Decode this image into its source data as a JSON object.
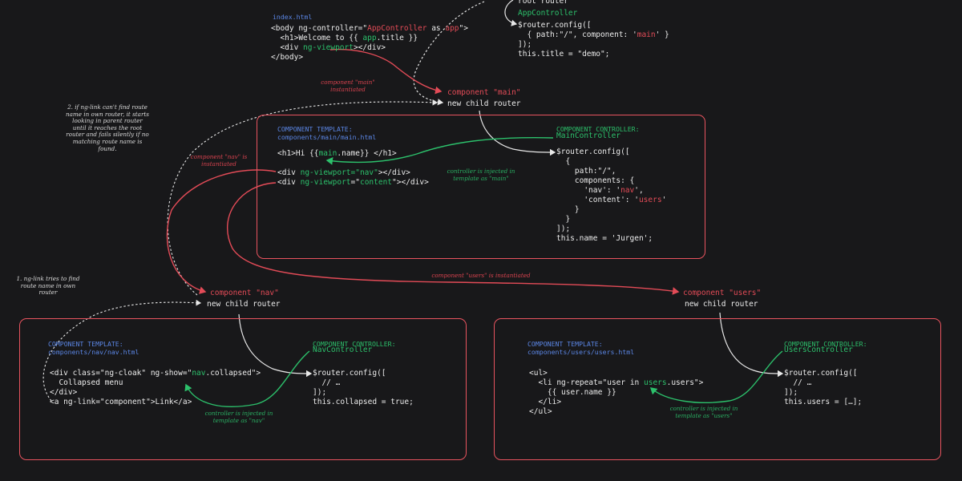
{
  "colors": {
    "background": "#18181a",
    "code_text": "#ececec",
    "filename_blue": "#5b86e5",
    "controller_green": "#2cc06b",
    "component_red": "#e34b57",
    "box_border": "#e9545f"
  },
  "root": {
    "filename": "index.html",
    "template_lines": [
      [
        {
          "t": "<body ng-controller=\""
        },
        {
          "t": "AppController",
          "c": "red"
        },
        {
          "t": " as "
        },
        {
          "t": "app",
          "c": "red"
        },
        {
          "t": "\">"
        }
      ],
      [
        {
          "t": "  <h1>Welcome to {{ "
        },
        {
          "t": "app",
          "c": "green"
        },
        {
          "t": ".title }}"
        }
      ],
      [
        {
          "t": "  <div "
        },
        {
          "t": "ng-viewport",
          "c": "green"
        },
        {
          "t": "></div>"
        }
      ],
      [
        {
          "t": "</body>"
        }
      ]
    ],
    "router_label": "root router",
    "controller_name": "AppController",
    "config_lines": [
      [
        {
          "t": "$router.config(["
        }
      ],
      [
        {
          "t": "  { path:\"/\", component: '"
        },
        {
          "t": "main",
          "c": "red"
        },
        {
          "t": "' }"
        }
      ],
      [
        {
          "t": "]);"
        }
      ],
      [
        {
          "t": "this.title = \"demo\";"
        }
      ]
    ],
    "note_instantiated": "component \"main\" instantiated"
  },
  "main": {
    "component_label": "component \"main\"",
    "child_router": "new child router",
    "template_heading": "COMPONENT TEMPLATE:",
    "template_path": "components/main/main.html",
    "template_lines": [
      [
        {
          "t": "<h1>Hi {{"
        },
        {
          "t": "main",
          "c": "green"
        },
        {
          "t": ".name}} </h1>"
        }
      ],
      [
        {
          "t": ""
        }
      ],
      [
        {
          "t": "<div "
        },
        {
          "t": "ng-viewport=\"nav\"",
          "c": "green"
        },
        {
          "t": "></div>"
        }
      ],
      [
        {
          "t": "<div "
        },
        {
          "t": "ng-viewport",
          "c": "green"
        },
        {
          "t": "=\""
        },
        {
          "t": "content",
          "c": "green"
        },
        {
          "t": "\"></div>"
        }
      ]
    ],
    "controller_heading": "COMPONENT CONTROLLER:",
    "controller_name": "MainController",
    "config_lines": [
      [
        {
          "t": "$router.config(["
        }
      ],
      [
        {
          "t": "  {"
        }
      ],
      [
        {
          "t": "    path:\"/\","
        }
      ],
      [
        {
          "t": "    components: {"
        }
      ],
      [
        {
          "t": "      'nav': '"
        },
        {
          "t": "nav",
          "c": "red"
        },
        {
          "t": "',"
        }
      ],
      [
        {
          "t": "      'content': '"
        },
        {
          "t": "users",
          "c": "red"
        },
        {
          "t": "'"
        }
      ],
      [
        {
          "t": "    }"
        }
      ],
      [
        {
          "t": "  }"
        }
      ],
      [
        {
          "t": "]);"
        }
      ],
      [
        {
          "t": "this.name = 'Jurgen';"
        }
      ]
    ],
    "note_injected": "controller is injected in template as \"main\"",
    "note_nav_instantiated": "component \"nav\" is instantiated",
    "note_users_instantiated": "component \"users\" is instantiated"
  },
  "notes": {
    "link_two": "2. if ng-link can't find route name in own router, it starts looking in parent router until it reaches the root router and fails silently if no matching route name is found.",
    "link_one": "1. ng-link tries to find route name in own router"
  },
  "nav": {
    "component_label": "component \"nav\"",
    "child_router": "new child router",
    "template_heading": "COMPONENT TEMPLATE:",
    "template_path": "components/nav/nav.html",
    "template_lines": [
      [
        {
          "t": "<div class=\"ng-cloak\" ng-show=\""
        },
        {
          "t": "nav",
          "c": "green"
        },
        {
          "t": ".collapsed\">"
        }
      ],
      [
        {
          "t": "  Collapsed menu"
        }
      ],
      [
        {
          "t": "</div>"
        }
      ],
      [
        {
          "t": "<a ng-link=\"component\">Link</a>"
        }
      ]
    ],
    "controller_heading": "COMPONENT CONTROLLER:",
    "controller_name": "NavController",
    "config_lines": [
      [
        {
          "t": "$router.config(["
        }
      ],
      [
        {
          "t": "  // …"
        }
      ],
      [
        {
          "t": "]);"
        }
      ],
      [
        {
          "t": "this.collapsed = true;"
        }
      ]
    ],
    "note_injected": "controller is injected in template as \"nav\""
  },
  "users": {
    "component_label": "component \"users\"",
    "child_router": "new child router",
    "template_heading": "COMPONENT TEMPLATE:",
    "template_path": "components/users/users.html",
    "template_lines": [
      [
        {
          "t": "<ul>"
        }
      ],
      [
        {
          "t": "  <li ng-repeat=\"user in "
        },
        {
          "t": "users",
          "c": "green"
        },
        {
          "t": ".users\">"
        }
      ],
      [
        {
          "t": "    {{ user.name }}"
        }
      ],
      [
        {
          "t": "  </li>"
        }
      ],
      [
        {
          "t": "</ul>"
        }
      ]
    ],
    "controller_heading": "COMPONENT CONTROLLER:",
    "controller_name": "UsersController",
    "config_lines": [
      [
        {
          "t": "$router.config(["
        }
      ],
      [
        {
          "t": "  // …"
        }
      ],
      [
        {
          "t": "]);"
        }
      ],
      [
        {
          "t": "this.users = […];"
        }
      ]
    ],
    "note_injected": "controller is injected in template as \"users\""
  }
}
